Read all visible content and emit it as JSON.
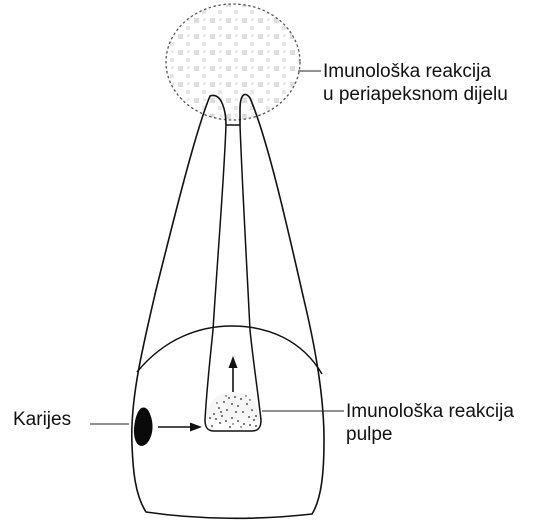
{
  "labels": {
    "periapical_reaction": {
      "line1": "Imunološka reakcija",
      "line2": "u periapeksnom dijelu"
    },
    "pulp_reaction": {
      "line1": "Imunološka reakcija",
      "line2": "pulpe"
    },
    "caries": "Karijes"
  },
  "colors": {
    "outline": "#111111",
    "background": "#ffffff",
    "stipple": "#222222",
    "halo_pattern": "#d8d8d8"
  }
}
